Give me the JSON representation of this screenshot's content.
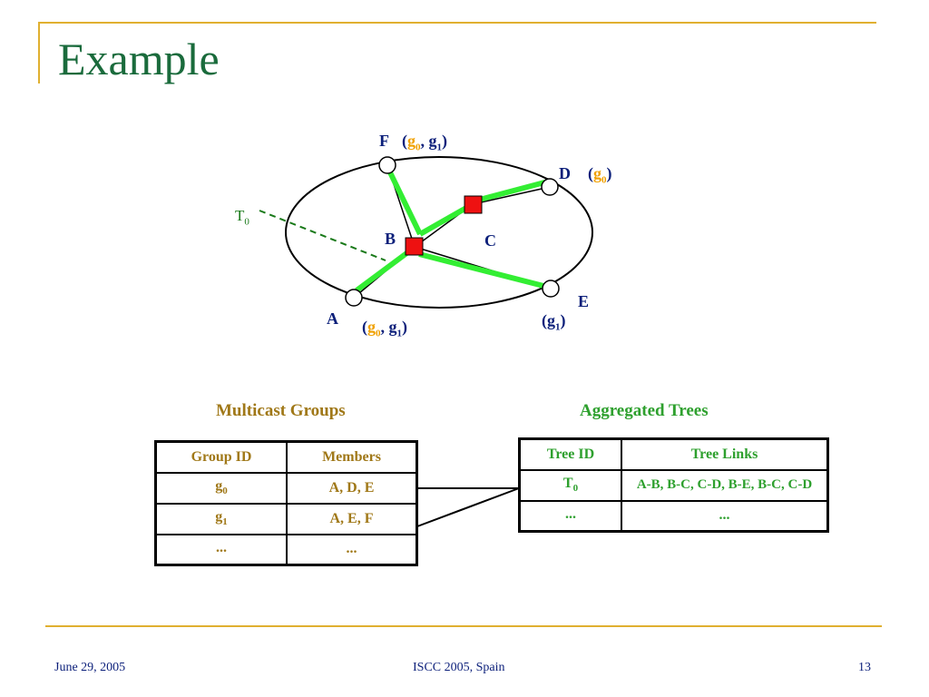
{
  "slide": {
    "title": "Example"
  },
  "diagram": {
    "nodes": {
      "F": "F",
      "D": "D",
      "A": "A",
      "E": "E",
      "B": "B",
      "C": "C"
    },
    "group_labels": {
      "F": {
        "open": "(",
        "g0": "g",
        "g0_sub": "0",
        "sep": ", ",
        "g1": "g",
        "g1_sub": "1",
        "close": ")"
      },
      "D": {
        "open": "(",
        "g0": "g",
        "g0_sub": "0",
        "close": ")"
      },
      "A": {
        "open": "(",
        "g0": "g",
        "g0_sub": "0",
        "sep": ", ",
        "g1": "g",
        "g1_sub": "1",
        "close": ")"
      },
      "E": {
        "open": "(",
        "g1": "g",
        "g1_sub": "1",
        "close": ")"
      }
    },
    "tree_label": {
      "t": "T",
      "sub": "0"
    },
    "colors": {
      "tree": "#33ee33",
      "router": "#ee1111",
      "link": "#000000"
    }
  },
  "multicast_groups": {
    "heading": "Multicast Groups",
    "columns": [
      "Group ID",
      "Members"
    ],
    "rows": [
      {
        "id": "g",
        "id_sub": "0",
        "members": "A, D, E"
      },
      {
        "id": "g",
        "id_sub": "1",
        "members": "A, E, F"
      },
      {
        "id": "...",
        "id_sub": "",
        "members": "..."
      }
    ]
  },
  "aggregated_trees": {
    "heading": "Aggregated Trees",
    "columns": [
      "Tree  ID",
      "Tree Links"
    ],
    "rows": [
      {
        "id": "T",
        "id_sub": "0",
        "links": "A-B, B-C, C-D, B-E, B-C, C-D"
      },
      {
        "id": "...",
        "id_sub": "",
        "links": "..."
      }
    ]
  },
  "footer": {
    "date": "June 29, 2005",
    "venue": "ISCC 2005, Spain",
    "page": "13"
  }
}
